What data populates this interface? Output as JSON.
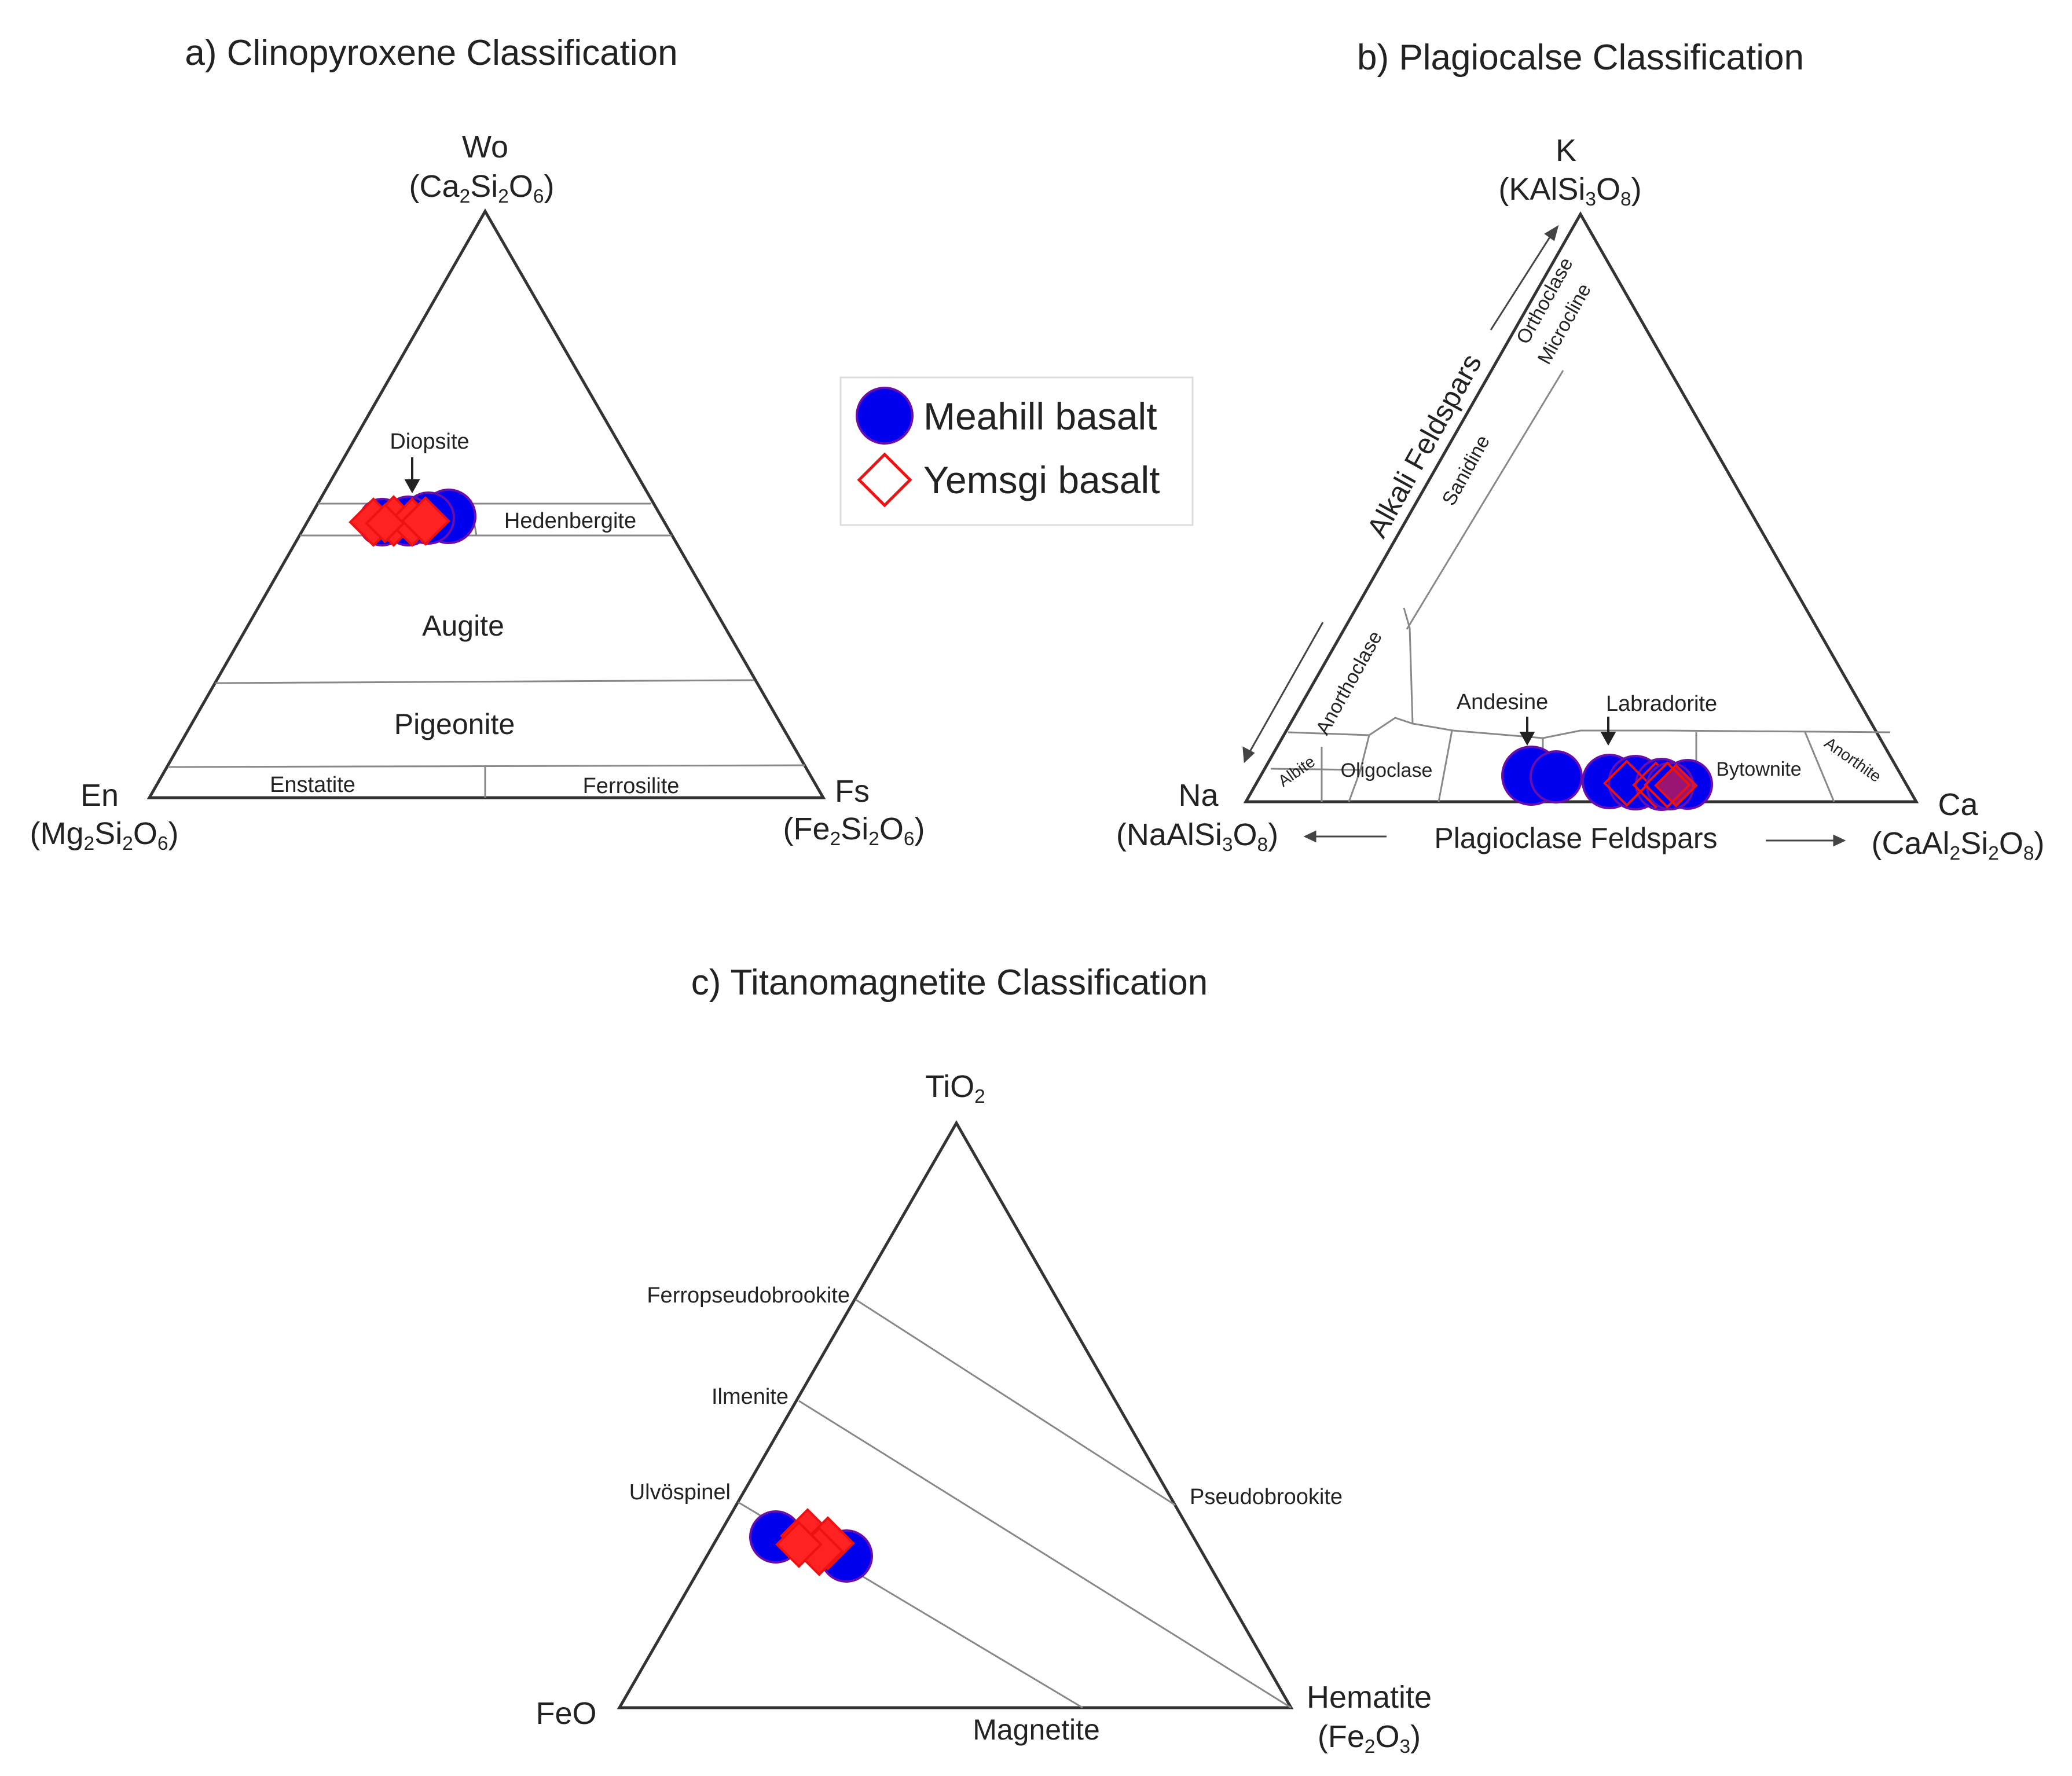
{
  "colors": {
    "meahill": "#0000ee",
    "meahill_edge": "#6a0dad",
    "yemsgi": "#ee1111",
    "yemsgi_fill": "#ff2222",
    "outline": "#333333",
    "boundary": "#888888"
  },
  "legend": {
    "items": [
      {
        "label": "Meahill basalt",
        "marker": "filled-circle"
      },
      {
        "label": "Yemsgi basalt",
        "marker": "open-diamond"
      }
    ]
  },
  "panel_a": {
    "title": "a) Clinopyroxene Classification",
    "apex_top": {
      "name": "Wo",
      "formula": {
        "p1": "(Ca",
        "s1": "2",
        "p2": "Si",
        "s2": "2",
        "p3": "O",
        "s3": "6",
        "p4": ")"
      }
    },
    "apex_left": {
      "name": "En",
      "formula": {
        "p1": "(Mg",
        "s1": "2",
        "p2": "Si",
        "s2": "2",
        "p3": "O",
        "s3": "6",
        "p4": ")"
      }
    },
    "apex_right": {
      "name": "Fs",
      "formula": {
        "p1": "(Fe",
        "s1": "2",
        "p2": "Si",
        "s2": "2",
        "p3": "O",
        "s3": "6",
        "p4": ")"
      }
    },
    "fields": {
      "diopside": "Diopsite",
      "hedenbergite": "Hedenbergite",
      "augite": "Augite",
      "pigeonite": "Pigeonite",
      "enstatite": "Enstatite",
      "ferrosilite": "Ferrosilite"
    }
  },
  "panel_b": {
    "title": "b) Plagiocalse Classification",
    "apex_top": {
      "name": "K",
      "formula": {
        "p1": "(KAlSi",
        "s1": "3",
        "p2": "O",
        "s2": "8",
        "p3": ")"
      }
    },
    "apex_left": {
      "name": "Na",
      "formula": {
        "p1": "(NaAlSi",
        "s1": "3",
        "p2": "O",
        "s2": "8",
        "p3": ")"
      }
    },
    "apex_right": {
      "name": "Ca",
      "formula": {
        "p1": "(CaAl",
        "s1": "2",
        "p2": "Si",
        "s2": "2",
        "p3": "O",
        "s3": "8",
        "p4": ")"
      }
    },
    "side_labels": {
      "alkali": "Alkali Feldspars",
      "plagioclase": "Plagioclase Feldspars"
    },
    "fields": {
      "orthoclase": "Orthoclase",
      "microcline": "Microcline",
      "sanidine": "Sanidine",
      "anorthoclase": "Anorthoclase",
      "albite": "Albite",
      "oligoclase": "Oligoclase",
      "andesine": "Andesine",
      "labradorite": "Labradorite",
      "bytownite": "Bytownite",
      "anorthite": "Anorthite"
    }
  },
  "panel_c": {
    "title": "c) Titanomagnetite Classification",
    "apex_top": {
      "name": "TiO",
      "sub": "2"
    },
    "apex_left": {
      "name": "FeO"
    },
    "apex_right": {
      "name": "Hematite",
      "formula": {
        "p1": "(Fe",
        "s1": "2",
        "p2": "O",
        "s2": "3",
        "p3": ")"
      }
    },
    "labels": {
      "ferropseudobrookite": "Ferropseudobrookite",
      "ilmenite": "Ilmenite",
      "ulvospinel": "Ulvöspinel",
      "pseudobrookite": "Pseudobrookite",
      "magnetite": "Magnetite"
    }
  }
}
